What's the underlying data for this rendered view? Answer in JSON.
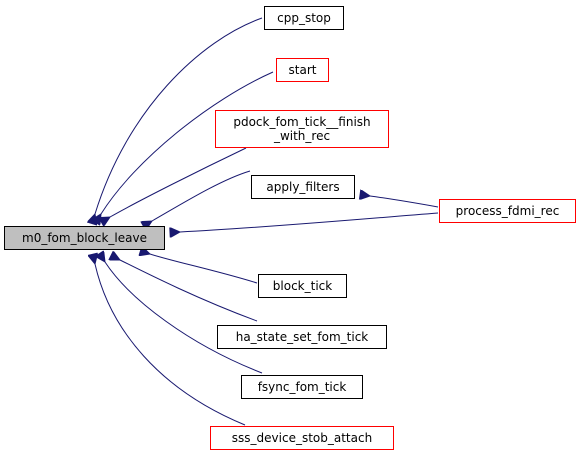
{
  "colors": {
    "edge": "#191970",
    "border_default": "#000000",
    "border_truncated": "#ff0000",
    "focus_fill": "#bfbfbf"
  },
  "focus": {
    "id": "m0_fom_block_leave",
    "label": "m0_fom_block_leave"
  },
  "nodes": [
    {
      "id": "cpp_stop",
      "label": "cpp_stop",
      "border": "black"
    },
    {
      "id": "start",
      "label": "start",
      "border": "red"
    },
    {
      "id": "pdock_fom_tick__finish_with_rec",
      "label": "pdock_fom_tick__finish\n_with_rec",
      "border": "red"
    },
    {
      "id": "apply_filters",
      "label": "apply_filters",
      "border": "black"
    },
    {
      "id": "process_fdmi_rec",
      "label": "process_fdmi_rec",
      "border": "red"
    },
    {
      "id": "block_tick",
      "label": "block_tick",
      "border": "black"
    },
    {
      "id": "ha_state_set_fom_tick",
      "label": "ha_state_set_fom_tick",
      "border": "black"
    },
    {
      "id": "fsync_fom_tick",
      "label": "fsync_fom_tick",
      "border": "black"
    },
    {
      "id": "sss_device_stob_attach",
      "label": "sss_device_stob_attach",
      "border": "red"
    }
  ],
  "edges": [
    {
      "from": "cpp_stop",
      "to": "m0_fom_block_leave"
    },
    {
      "from": "start",
      "to": "m0_fom_block_leave"
    },
    {
      "from": "pdock_fom_tick__finish_with_rec",
      "to": "m0_fom_block_leave"
    },
    {
      "from": "apply_filters",
      "to": "m0_fom_block_leave"
    },
    {
      "from": "process_fdmi_rec",
      "to": "m0_fom_block_leave"
    },
    {
      "from": "process_fdmi_rec",
      "to": "apply_filters"
    },
    {
      "from": "block_tick",
      "to": "m0_fom_block_leave"
    },
    {
      "from": "ha_state_set_fom_tick",
      "to": "m0_fom_block_leave"
    },
    {
      "from": "fsync_fom_tick",
      "to": "m0_fom_block_leave"
    },
    {
      "from": "sss_device_stob_attach",
      "to": "m0_fom_block_leave"
    }
  ]
}
